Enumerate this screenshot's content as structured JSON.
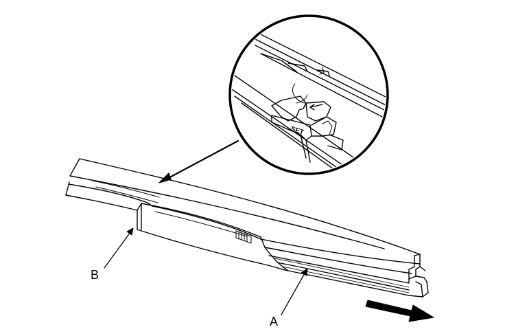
{
  "callouts": {
    "a": "A",
    "b": "B"
  },
  "detail": {
    "set_mark": "SET"
  },
  "colors": {
    "ink": "#000000",
    "background": "#ffffff"
  }
}
